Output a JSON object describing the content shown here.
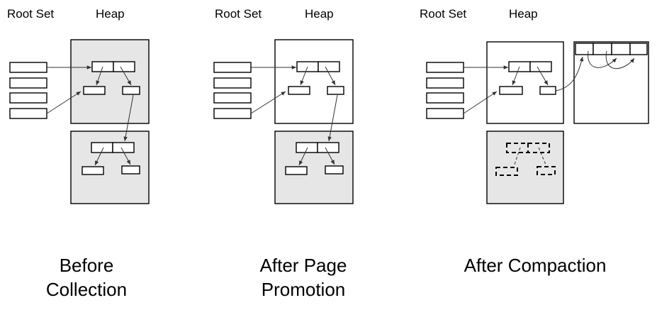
{
  "panels": [
    {
      "root_label": "Root Set",
      "heap_label": "Heap",
      "caption_lines": [
        "Before",
        "Collection"
      ]
    },
    {
      "root_label": "Root Set",
      "heap_label": "Heap",
      "caption_lines": [
        "After Page",
        "Promotion"
      ]
    },
    {
      "root_label": "Root Set",
      "heap_label": "Heap",
      "caption_lines": [
        "After Compaction"
      ]
    }
  ],
  "colors": {
    "shaded_page": "#e6e6e6",
    "line": "#000000",
    "pointer": "#333333"
  }
}
